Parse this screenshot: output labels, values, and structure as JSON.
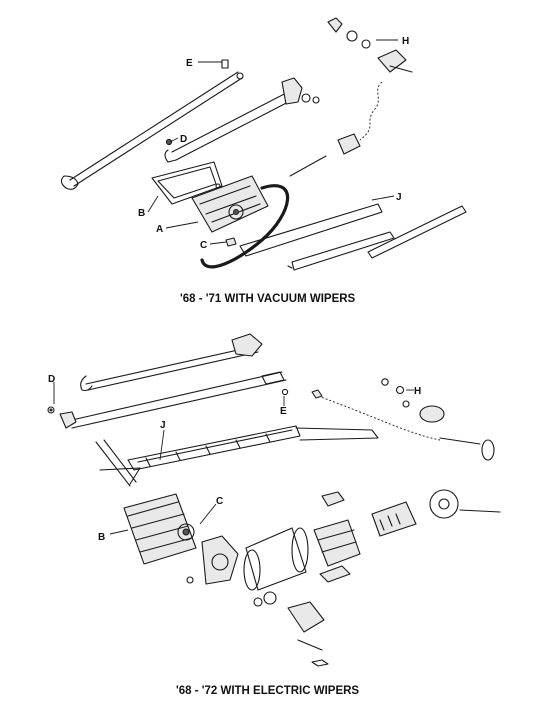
{
  "diagrams": [
    {
      "caption": "'68 - '71 WITH VACUUM WIPERS",
      "callouts": {
        "A": "A",
        "B": "B",
        "C": "C",
        "D": "D",
        "E": "E",
        "H": "H",
        "J": "J"
      }
    },
    {
      "caption": "'68 -  '72 WITH ELECTRIC WIPERS",
      "callouts": {
        "B": "B",
        "C": "C",
        "D": "D",
        "E": "E",
        "H": "H",
        "J": "J"
      }
    }
  ]
}
